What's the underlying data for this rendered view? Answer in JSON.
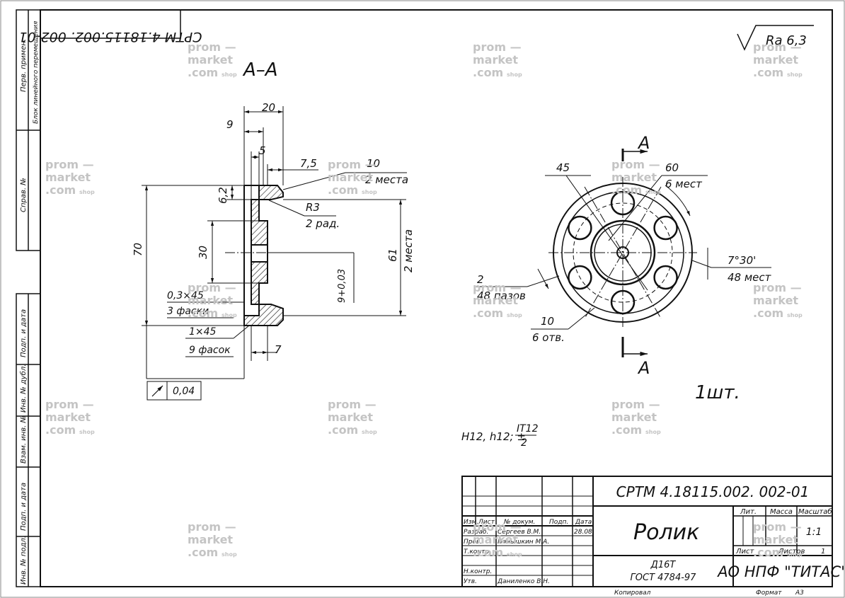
{
  "drawing": {
    "number": "СРТМ 4.18115.002. 002-01",
    "number_mirrored": "СРТМ 4.18115.002. 002-01",
    "title": "Ролик",
    "material_line1": "Д16Т",
    "material_line2": "ГОСТ 4784-97",
    "company": "АО НПФ \"ТИТАС\"",
    "mass": "",
    "scale": "1:1",
    "sheets_total": "1",
    "format_label": "Формат",
    "format_value": "А3",
    "copied_label": "Копировал",
    "quantity": "1шт."
  },
  "title_block": {
    "col_headers": [
      "Изм.",
      "Лист",
      "№ докум.",
      "Подп.",
      "Дата"
    ],
    "rows": [
      {
        "role": "Разраб.",
        "name": "Сергеев В.М.",
        "date": "28.08"
      },
      {
        "role": "Пров.",
        "name": "Панышкин М.А."
      },
      {
        "role": "Т.контр.",
        "name": ""
      },
      {
        "role": "Н.контр.",
        "name": ""
      },
      {
        "role": "Утв.",
        "name": "Даниленко В.Н."
      }
    ],
    "lit_label": "Лит.",
    "mass_label": "Масса",
    "scale_label": "Масштаб",
    "sheet_label": "Лист",
    "sheets_label": "Листов"
  },
  "left_strip": {
    "labels": [
      "Перв. примен.",
      "Блок линейного перемещения",
      "Справ. №",
      "Подп. и дата",
      "Инв. № дубл.",
      "Взам. инв. №",
      "Подп. и дата",
      "Инв. № подл."
    ]
  },
  "roughness": "Ra 6,3",
  "tolerance_note": {
    "prefix": "H12, h12; ±",
    "num": "IT12",
    "den": "2"
  },
  "section_view": {
    "title": "А–А",
    "dims": {
      "d20": "20",
      "d9": "9",
      "d5": "5",
      "d7_5": "7,5",
      "d10": "10",
      "d2mesta": "2 места",
      "d62": "6,2",
      "d70": "70",
      "d30": "30",
      "d61": "61",
      "d61_note": "2 места",
      "r3": "R3",
      "r3_note": "2 рад.",
      "bore": "9+0,03",
      "ch03": "0,3×45",
      "ch03_note": "3 фаски",
      "ch1": "1×45",
      "ch1_note": "9 фасок",
      "d7": "7"
    },
    "runout": "0,04"
  },
  "front_view": {
    "cut_label_top": "А",
    "cut_label_bottom": "А",
    "dims": {
      "d45": "45",
      "d60": "60",
      "d60_note": "6 мест",
      "a7_30": "7°30'",
      "a7_note": "48 мест",
      "d2": "2",
      "d2_note": "48 пазов",
      "d10": "10",
      "d10_note": "6 отв."
    }
  },
  "watermark": {
    "line1": "prom —",
    "line2": "market",
    "line3": ".com",
    "sub": "shop"
  }
}
